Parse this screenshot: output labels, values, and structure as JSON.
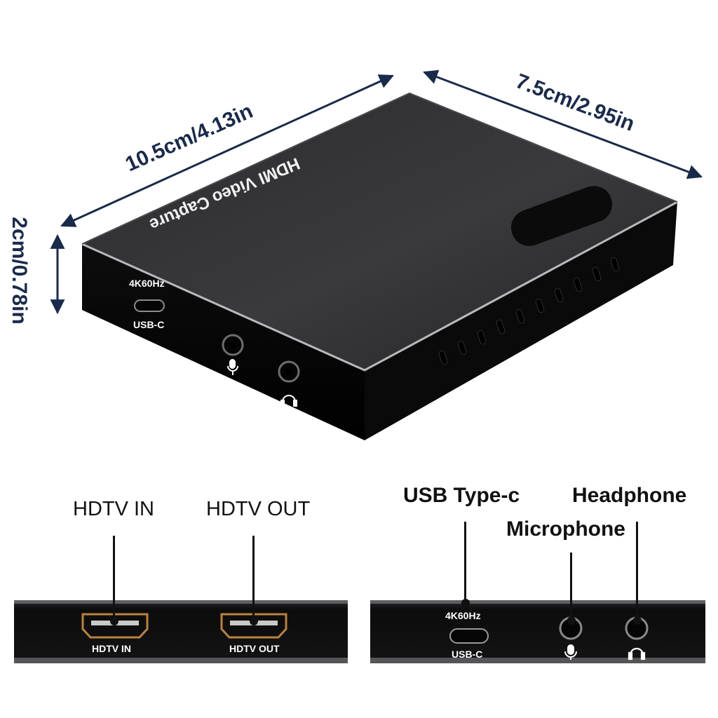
{
  "dimensions": {
    "length": "10.5cm/4.13in",
    "width": "7.5cm/2.95in",
    "height": "2cm/0.78in"
  },
  "device": {
    "top_label": "HDMI Video Capture",
    "front_ports": {
      "resolution": "4K60Hz",
      "usb": "USB-C"
    }
  },
  "panels": {
    "left": {
      "callouts": [
        "HDTV IN",
        "HDTV OUT"
      ],
      "port_labels": [
        "HDTV IN",
        "HDTV OUT"
      ]
    },
    "right": {
      "callouts": {
        "usb": "USB Type-c",
        "headphone": "Headphone",
        "microphone": "Microphone"
      },
      "port_labels": {
        "resolution": "4K60Hz",
        "usb": "USB-C"
      }
    }
  },
  "icons": [
    "microphone-icon",
    "headphone-icon"
  ],
  "colors": {
    "device_body": "#1b1b1d",
    "dimension_text": "#1a2a4a",
    "background": "#ffffff"
  }
}
